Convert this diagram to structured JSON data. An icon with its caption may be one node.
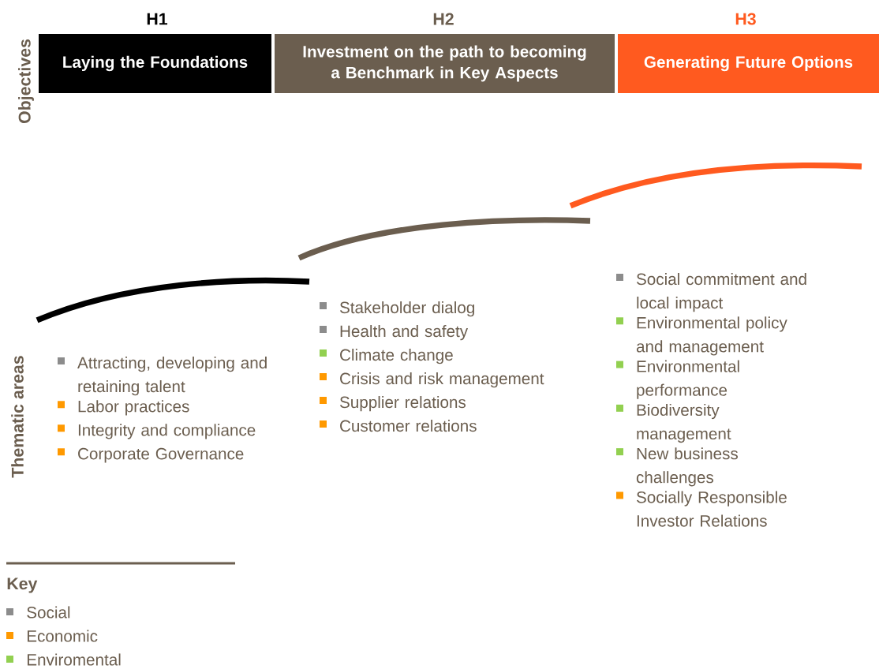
{
  "diagram": {
    "nodes": [
      {
        "text": [
          "Laying the Foundations"
        ]
      },
      {
        "text": [
          "Investment on the path to becoming a Benchmark in Key Aspects"
        ]
      },
      {
        "text": [
          "Generating Future Options"
        ]
      }
    ],
    "labels": [
      "H1",
      "H2",
      "H3",
      "Objectives",
      "Thematic areas",
      "Attracting, developing and retaining talent",
      "Labor practices",
      "Integrity and compliance",
      "Corporate Governance",
      "Stakeholder dialog",
      "Health and safety",
      "Climate change",
      "Crisis and risk management",
      "Supplier relations",
      "Customer relations",
      "Social commitment and local impact",
      "Environmental policy and management",
      "Environmental performance",
      "Biodiversity management",
      "New business challenges",
      "Socially Responsible Investor Relations",
      "Key"
    ],
    "legend": [
      {
        "text": "Social",
        "color": "#8c8c8c"
      },
      {
        "text": "Economic",
        "color": "#ff9900"
      },
      {
        "text": "Enviromental",
        "color": "#92d050"
      }
    ]
  }
}
